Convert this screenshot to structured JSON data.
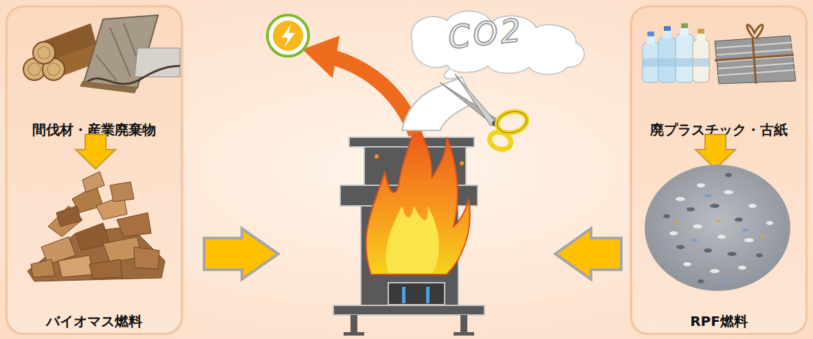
{
  "diagram": {
    "nodes": [
      {
        "text": [
          "間伐材・産業廃棄物",
          "バイオマス燃料"
        ]
      },
      {
        "text": [
          "廃プラスチック・古紙",
          "RPF燃料"
        ]
      }
    ],
    "labels": [
      "CO2"
    ]
  }
}
